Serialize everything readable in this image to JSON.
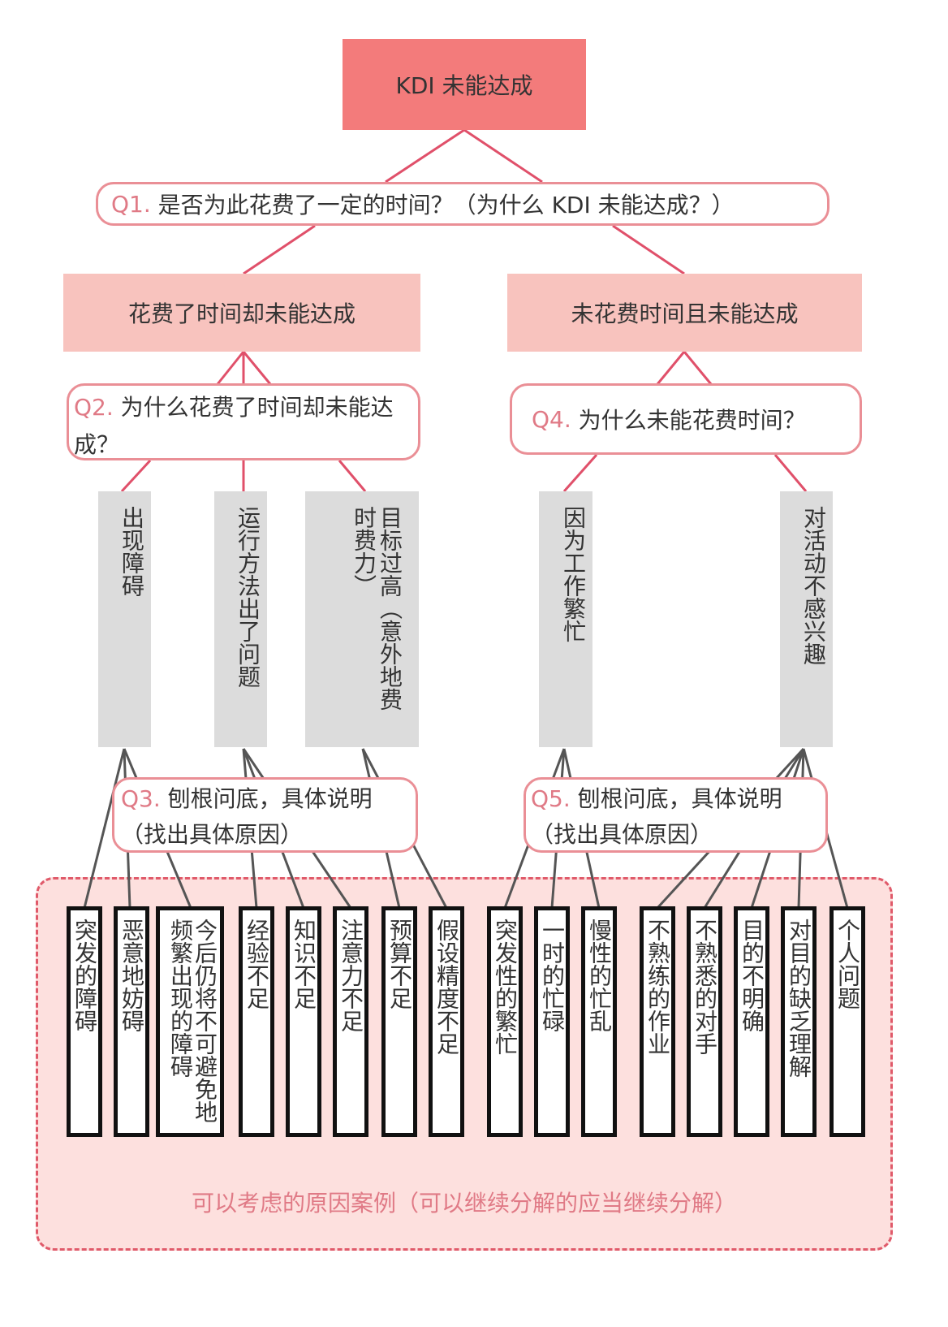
{
  "root": "KDI 未能达成",
  "q1": {
    "label": "Q1.",
    "text": "是否为此花费了一定的时间？（为什么 KDI 未能达成？）"
  },
  "branches": {
    "left": "花费了时间却未能达成",
    "right": "未花费时间且未能达成"
  },
  "q2": {
    "label": "Q2.",
    "text": "为什么花费了时间却未能达成？"
  },
  "q4": {
    "label": "Q4.",
    "text": "为什么未能花费时间？"
  },
  "reasons": [
    "出现障碍",
    "运行方法出了问题",
    "目标过高（意外地费时费力）",
    "因为工作繁忙",
    "对活动不感兴趣"
  ],
  "q3": {
    "label": "Q3.",
    "text": "刨根问底，具体说明",
    "sub": "（找出具体原因）"
  },
  "q5": {
    "label": "Q5.",
    "text": "刨根问底，具体说明",
    "sub": "（找出具体原因）"
  },
  "causes": [
    "突发的障碍",
    "恶意地妨碍",
    "今后仍将不可避免地频繁出现的障碍",
    "经验不足",
    "知识不足",
    "注意力不足",
    "预算不足",
    "假设精度不足",
    "突发性的繁忙",
    "一时的忙碌",
    "慢性的忙乱",
    "不熟练的作业",
    "不熟悉的对手",
    "目的不明确",
    "对目的缺乏理解",
    "个人问题"
  ],
  "caption": "可以考虑的原因案例（可以继续分解的应当继续分解）",
  "colors": {
    "root": "#f37b7b",
    "branch": "#f8c3be",
    "pill_border": "#ea8f96",
    "connector": "#e0506a",
    "area": "#fde0de",
    "gray": "#dcdcdc"
  }
}
